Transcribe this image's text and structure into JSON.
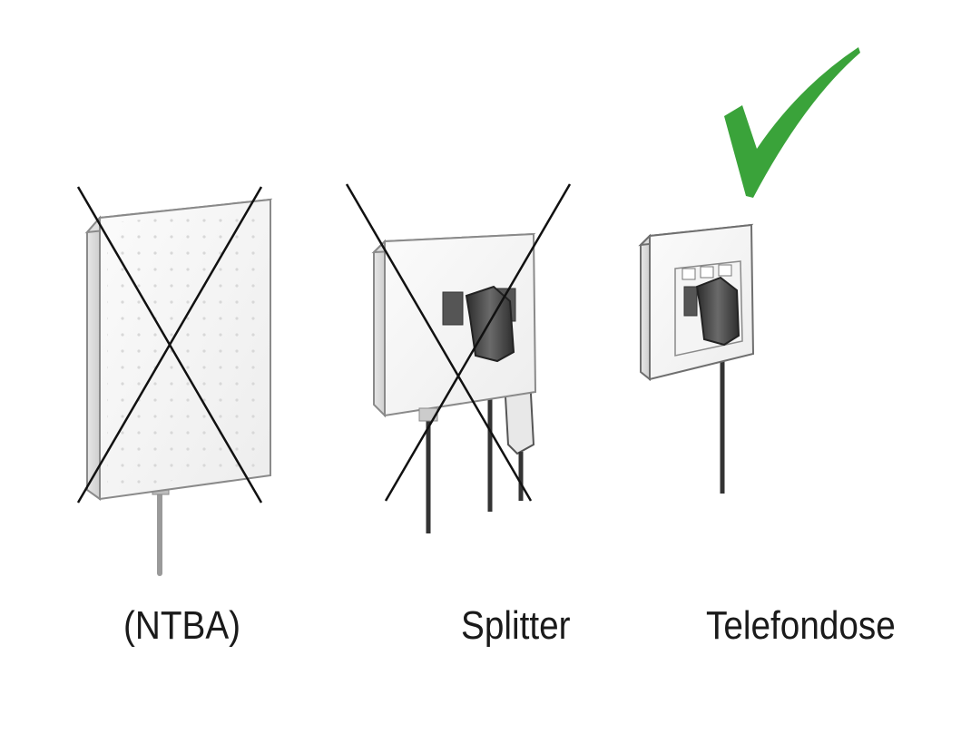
{
  "labels": {
    "ntba": "(NTBA)",
    "splitter": "Splitter",
    "telefondose": "Telefondose"
  },
  "icons": {
    "ntba_device": "ntba-box-icon",
    "splitter_device": "splitter-box-icon",
    "wall_socket": "telephone-wall-socket-icon",
    "cross_mark": "cross-out-icon",
    "check_mark": "checkmark-icon"
  },
  "colors": {
    "check_green": "#3aa33a",
    "cross_line": "#111111",
    "device_outline": "#8a8a8a",
    "device_fill": "#f6f6f6",
    "plug_dark": "#3a3a3a"
  }
}
